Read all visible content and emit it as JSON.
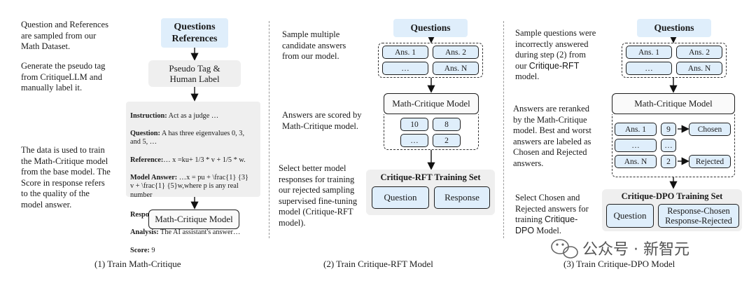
{
  "panel1": {
    "note_top": "Question and References\nare sampled from our\nMath Dataset.",
    "note_mid": "Generate the pseudo tag\nfrom CritiqueLLM and\nmanually label it.",
    "note_bottom": "The data is used to train\nthe Math-Critique model\nfrom the base model. The\nScore in response refers\nto the quality of the\nmodel answer.",
    "box_top": "Questions\nReferences",
    "box_pseudo": "Pseudo Tag &\nHuman Label",
    "prompt": {
      "instruction_label": "Instruction:",
      "instruction_text": " Act as a judge …",
      "question_label": "Question:",
      "question_text": " A has three eigenvalues 0, 3,\nand 5, …",
      "reference_label": "Reference:",
      "reference_text": "… x =ku+ 1/3 * v + 1/5 * w.",
      "model_answer_label": "Model Answer:",
      "model_answer_text": " …x = pu + \\frac{1} {3}\nv + \\frac{1} {5}w,where p is any real\nnumber",
      "response_label": "Response:",
      "analysis_label": "Analysis:",
      "analysis_text": " The AI assistant's answer…",
      "score_label": "Score:",
      "score_text": " 9"
    },
    "box_model": "Math-Critique Model",
    "caption": "(1) Train Math-Critique"
  },
  "panel2": {
    "note_top": "Sample multiple\ncandidate answers\nfrom our model.",
    "note_mid": "Answers are scored by\nMath-Critique model.",
    "note_bottom": "Select better model\nresponses for training\nour rejected sampling\nsupervised fine-tuning\nmodel (Critique-RFT\nmodel).",
    "box_questions": "Questions",
    "answers": [
      "Ans. 1",
      "Ans. 2",
      "…",
      "Ans. N"
    ],
    "box_model": "Math-Critique Model",
    "scores": [
      "10",
      "8",
      "…",
      "2"
    ],
    "set_title": "Critique-RFT Training Set",
    "set_question": "Question",
    "set_response": "Response",
    "caption": "(2) Train Critique-RFT Model"
  },
  "panel3": {
    "note_top_a": "Sample questions were\nincorrectly answered\nduring step (2) from\nour ",
    "note_top_b": "Critique-RFT",
    "note_top_c": "\nmodel.",
    "note_mid": "Answers are reranked\nby the Math-Critique\nmodel. Best and worst\nanswers are labeled as\nChosen and Rejected\nanswers.",
    "note_bottom_a": "Select Chosen and\nRejected answers for\ntraining ",
    "note_bottom_b": "Critique-\nDPO",
    "note_bottom_c": " Model.",
    "box_questions": "Questions",
    "answers": [
      "Ans. 1",
      "Ans. 2",
      "…",
      "Ans. N"
    ],
    "box_model": "Math-Critique Model",
    "rank_rows": [
      {
        "ans": "Ans. 1",
        "score": "9",
        "label": "Chosen"
      },
      {
        "ans": "…",
        "score": "…",
        "label": ""
      },
      {
        "ans": "Ans. N",
        "score": "2",
        "label": "Rejected"
      }
    ],
    "set_title": "Critique-DPO Training Set",
    "set_question": "Question",
    "set_response": "Response-Chosen\nResponse-Rejected",
    "caption": "(3) Train Critique-DPO Model"
  },
  "watermark": "公众号 · 新智元"
}
